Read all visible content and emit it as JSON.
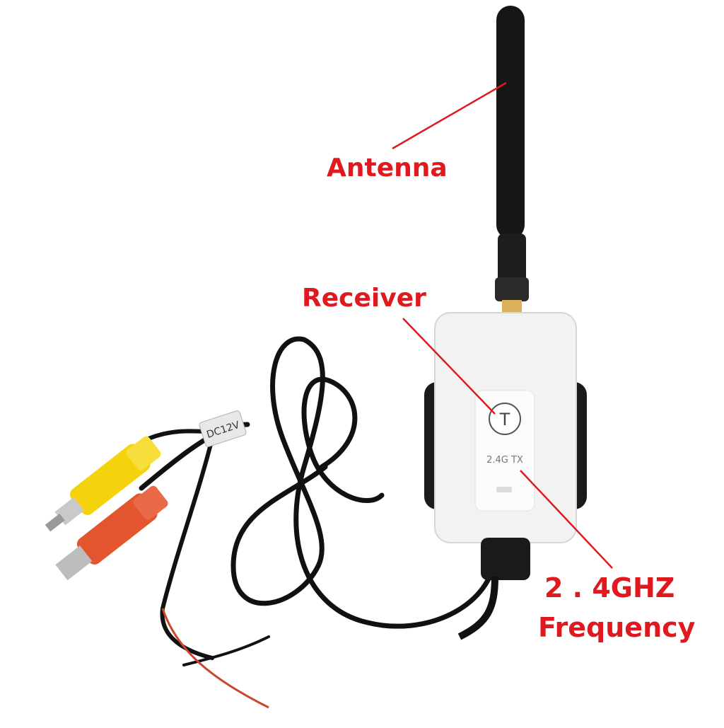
{
  "callouts": {
    "antenna": "Antenna",
    "receiver": "Receiver",
    "frequency_line1": "2 . 4GHZ",
    "frequency_line2": "Frequency"
  },
  "device": {
    "button_letter": "T",
    "model_text": "2.4G TX",
    "cable_tag": "DC12V"
  },
  "colors": {
    "callout": "#e0191f",
    "device_body": "#f2f2f2",
    "cable": "#111111",
    "rca_yellow": "#f4d20c",
    "dc_orange": "#e2552f"
  }
}
